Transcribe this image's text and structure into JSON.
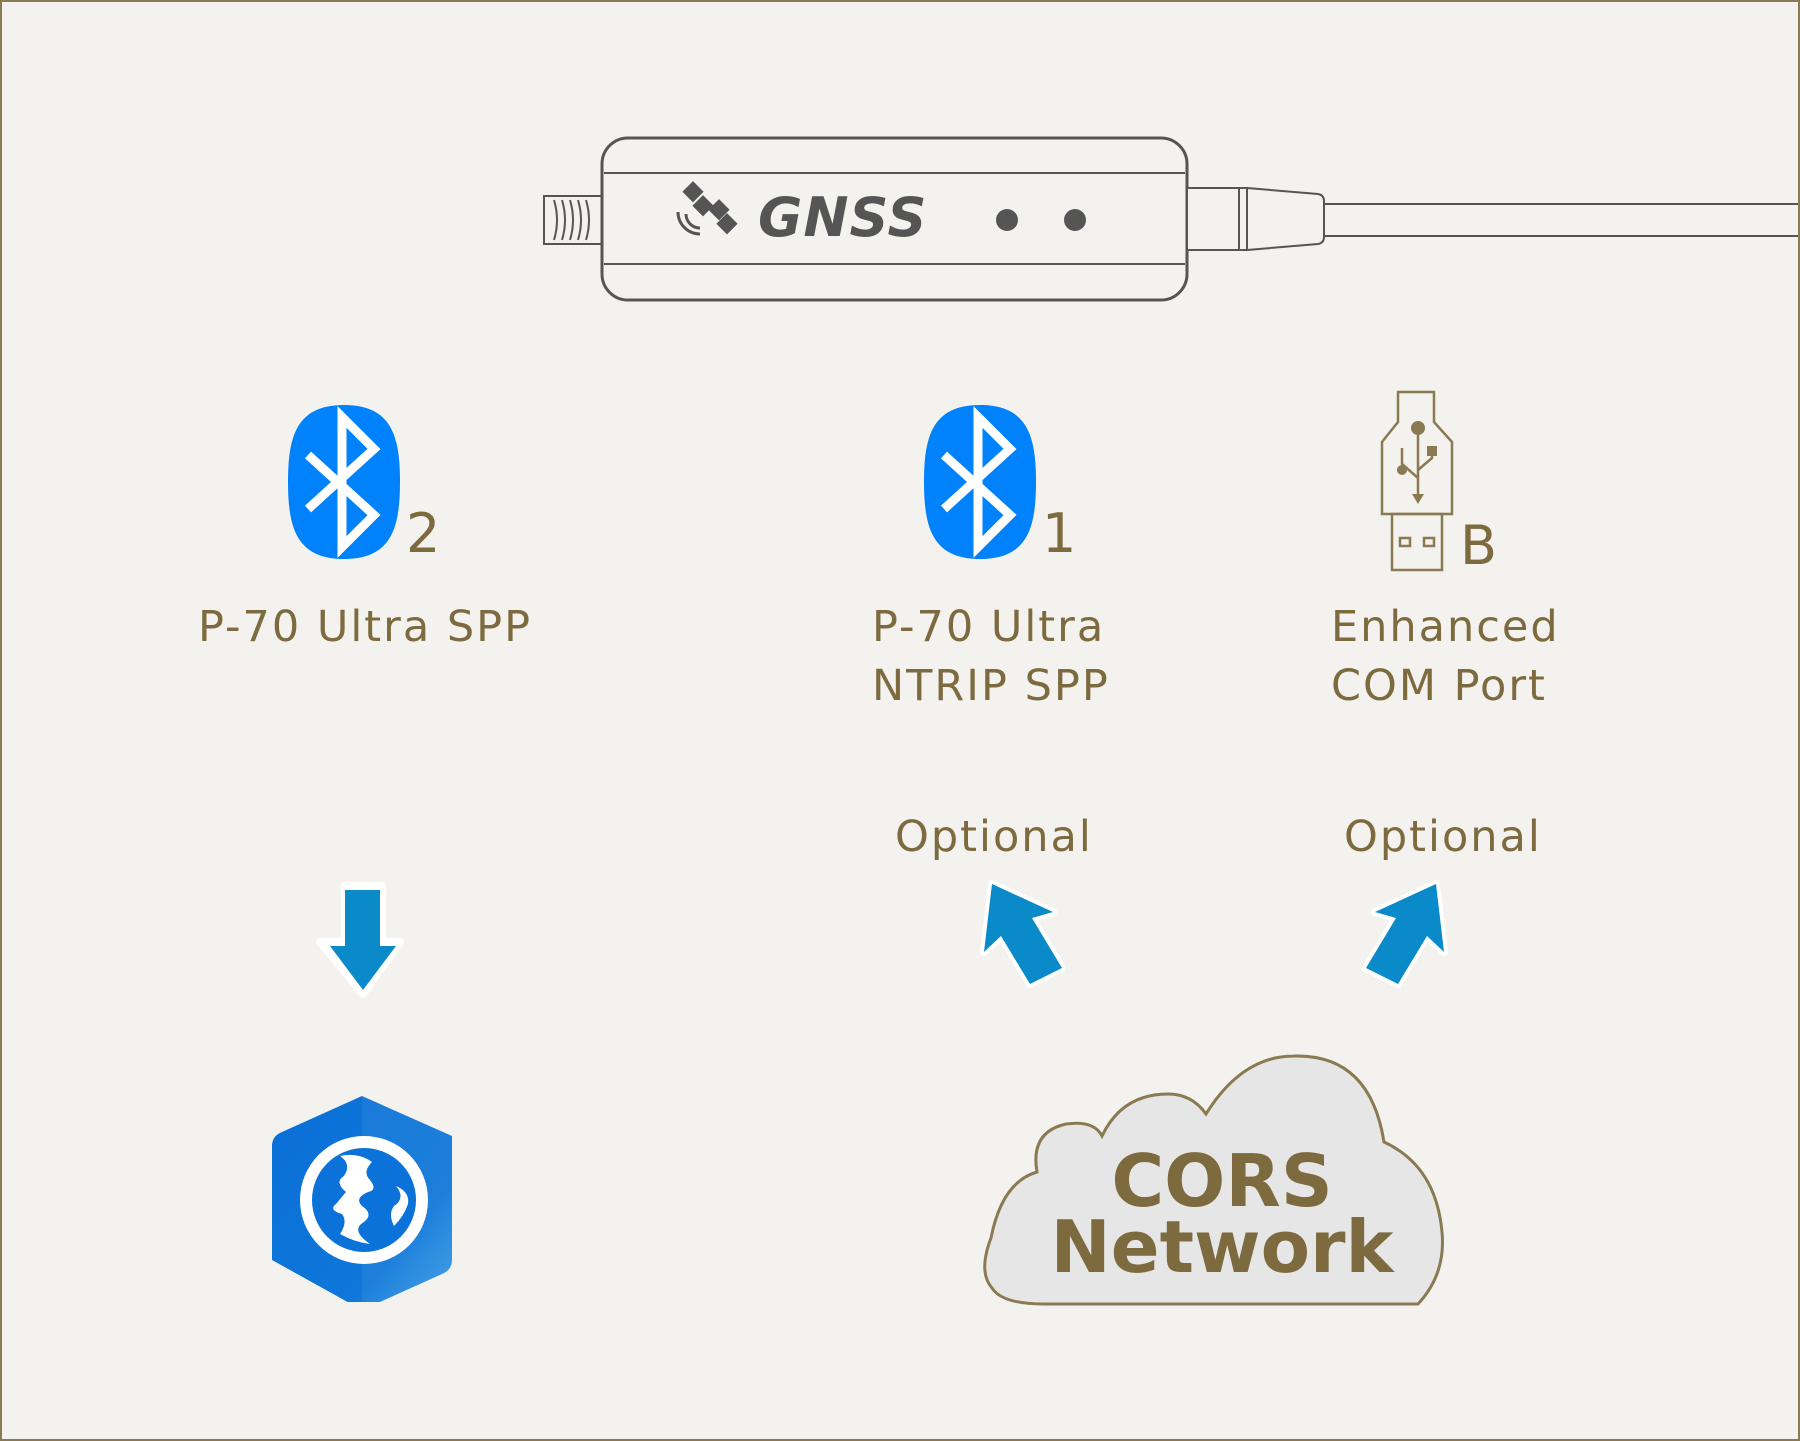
{
  "device": {
    "brand_text": "GNSS"
  },
  "connections": [
    {
      "id": "bt2",
      "icon": "bluetooth-icon",
      "subscript": "2",
      "lines": [
        "P-70 Ultra SPP"
      ]
    },
    {
      "id": "bt1",
      "icon": "bluetooth-icon",
      "subscript": "1",
      "lines": [
        "P-70 Ultra",
        "NTRIP SPP"
      ]
    },
    {
      "id": "usb",
      "icon": "usb-icon",
      "subscript": "B",
      "lines": [
        "Enhanced",
        "COM Port"
      ]
    }
  ],
  "optional_labels": [
    "Optional",
    "Optional"
  ],
  "cloud": {
    "line1": "CORS",
    "line2": "Network"
  },
  "colors": {
    "background": "#f3f2ee",
    "label_text": "#7d6a3f",
    "bluetooth_blue": "#0082fc",
    "arrow_blue": "#0a8ac8",
    "cloud_fill": "#e6e6e6",
    "app_blue": "#0a72d8"
  }
}
